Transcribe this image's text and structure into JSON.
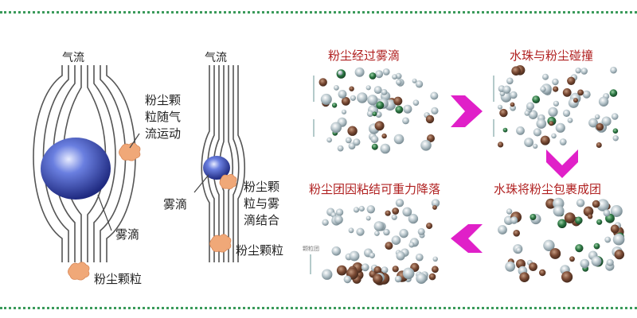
{
  "left_diagram": {
    "airflow_label_1": "气流",
    "airflow_label_2": "气流",
    "dust_follows_airflow": [
      "粉尘颗",
      "粒随气",
      "流运动"
    ],
    "droplet_label_1": "雾滴",
    "dust_label_1": "粉尘颗粒",
    "droplet_label_2": "雾滴",
    "dust_combines_droplet": [
      "粉尘颗",
      "粒与雾",
      "滴结合"
    ],
    "dust_label_2": "粉尘颗粒"
  },
  "panels": {
    "top_left_title": "粉尘经过雾滴",
    "top_right_title": "水珠与粉尘碰撞",
    "bottom_right_title": "水珠将粉尘包裹成团",
    "bottom_left_title": "粉尘团因粘结可重力降落",
    "bottom_left_side_label": "颗粒团"
  },
  "colors": {
    "accent_magenta": "#e020c8",
    "title_red": "#b02020",
    "border_green": "#3a9a5a",
    "droplet_blue": "#3a4fb0"
  }
}
